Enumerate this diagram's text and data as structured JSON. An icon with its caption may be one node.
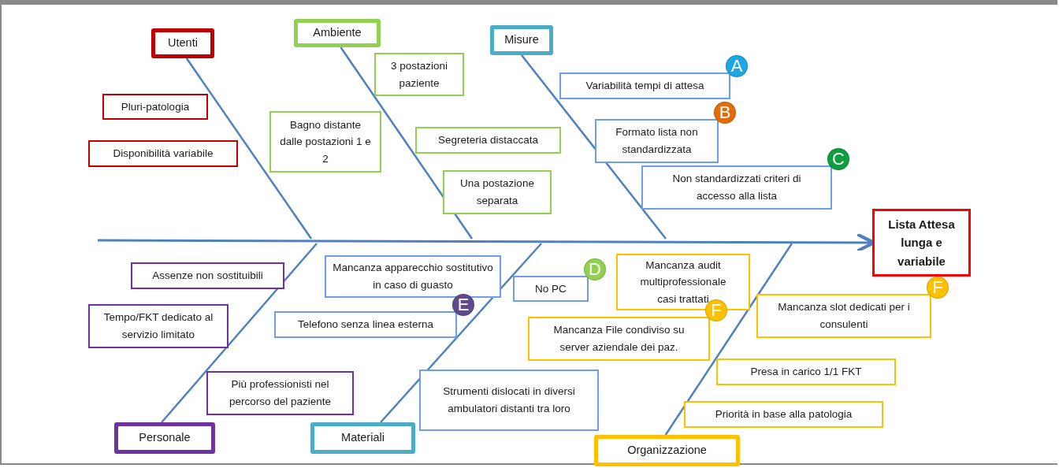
{
  "diagram": {
    "nodes": [
      {
        "text": [
          "Lista Attesa lunga e variabile"
        ]
      },
      {
        "text": [
          "Utenti"
        ]
      },
      {
        "text": [
          "Pluri-patologia"
        ]
      },
      {
        "text": [
          "Disponibilità variabile"
        ]
      },
      {
        "text": [
          "Ambiente"
        ]
      },
      {
        "text": [
          "3 postazioni paziente"
        ]
      },
      {
        "text": [
          "Bagno distante dalle postazioni 1 e 2"
        ]
      },
      {
        "text": [
          "Segreteria distaccata"
        ]
      },
      {
        "text": [
          "Una postazione separata"
        ]
      },
      {
        "text": [
          "Misure"
        ]
      },
      {
        "text": [
          "Variabilità tempi di attesa"
        ],
        "beside": [
          "A"
        ]
      },
      {
        "text": [
          "Formato lista non standardizzata"
        ],
        "beside": [
          "B"
        ]
      },
      {
        "text": [
          "Non standardizzati criteri di accesso alla lista"
        ],
        "beside": [
          "C"
        ]
      },
      {
        "text": [
          "Assenze non sostituibili"
        ]
      },
      {
        "text": [
          "Tempo/FKT dedicato al servizio limitato"
        ]
      },
      {
        "text": [
          "Più professionisti nel percorso del paziente"
        ]
      },
      {
        "text": [
          "Personale"
        ]
      },
      {
        "text": [
          "Mancanza apparecchio sostitutivo in caso di guasto"
        ]
      },
      {
        "text": [
          "Telefono senza linea esterna"
        ],
        "beside": [
          "E"
        ]
      },
      {
        "text": [
          "No PC"
        ],
        "beside": [
          "D"
        ]
      },
      {
        "text": [
          "Strumenti dislocati in diversi ambulatori distanti tra loro"
        ]
      },
      {
        "text": [
          "Materiali"
        ]
      },
      {
        "text": [
          "Mancanza audit multiprofessionale casi trattati"
        ]
      },
      {
        "text": [
          "Mancanza File condiviso su server aziendale dei paz."
        ],
        "beside": [
          "F"
        ]
      },
      {
        "text": [
          "Mancanza slot dedicati per i consulenti"
        ],
        "beside": [
          "F"
        ]
      },
      {
        "text": [
          "Presa in carico 1/1 FKT"
        ]
      },
      {
        "text": [
          "Priorità in base alla patologia"
        ]
      },
      {
        "text": [
          "Organizzazione"
        ]
      }
    ],
    "edges": [
      {
        "from": null,
        "to": 0,
        "arrow": "to"
      },
      {
        "from": 1,
        "to": null,
        "arrow": "none"
      },
      {
        "from": 4,
        "to": null,
        "arrow": "none"
      },
      {
        "from": 9,
        "to": null,
        "arrow": "none"
      },
      {
        "from": 16,
        "to": null,
        "arrow": "none"
      },
      {
        "from": 21,
        "to": null,
        "arrow": "none"
      },
      {
        "from": 27,
        "to": null,
        "arrow": "none"
      }
    ]
  }
}
